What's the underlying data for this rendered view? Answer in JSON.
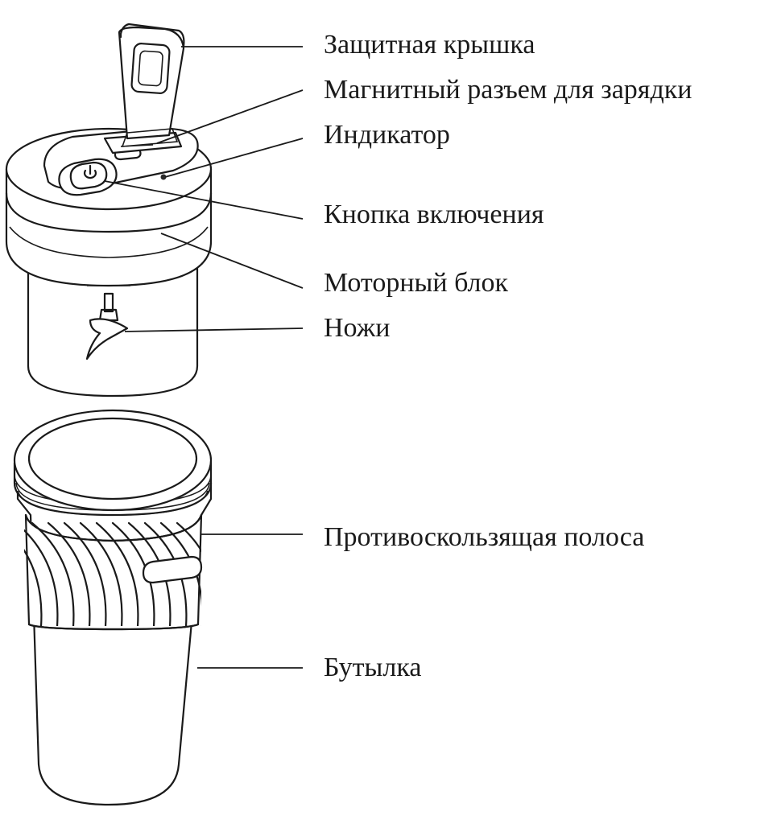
{
  "labels": [
    {
      "id": "protective-cap",
      "text": "Защитная крышка"
    },
    {
      "id": "magnetic-connector",
      "text": "Магнитный разъем для зарядки"
    },
    {
      "id": "indicator",
      "text": "Индикатор"
    },
    {
      "id": "power-button",
      "text": "Кнопка включения"
    },
    {
      "id": "motor-unit",
      "text": "Моторный блок"
    },
    {
      "id": "blades",
      "text": "Ножи"
    },
    {
      "id": "anti-slip-band",
      "text": "Противоскользящая полоса"
    },
    {
      "id": "bottle",
      "text": "Бутылка"
    }
  ],
  "icons": {
    "power_button": "power-icon"
  },
  "colors": {
    "line": "#1a1a1a",
    "background": "#ffffff"
  }
}
